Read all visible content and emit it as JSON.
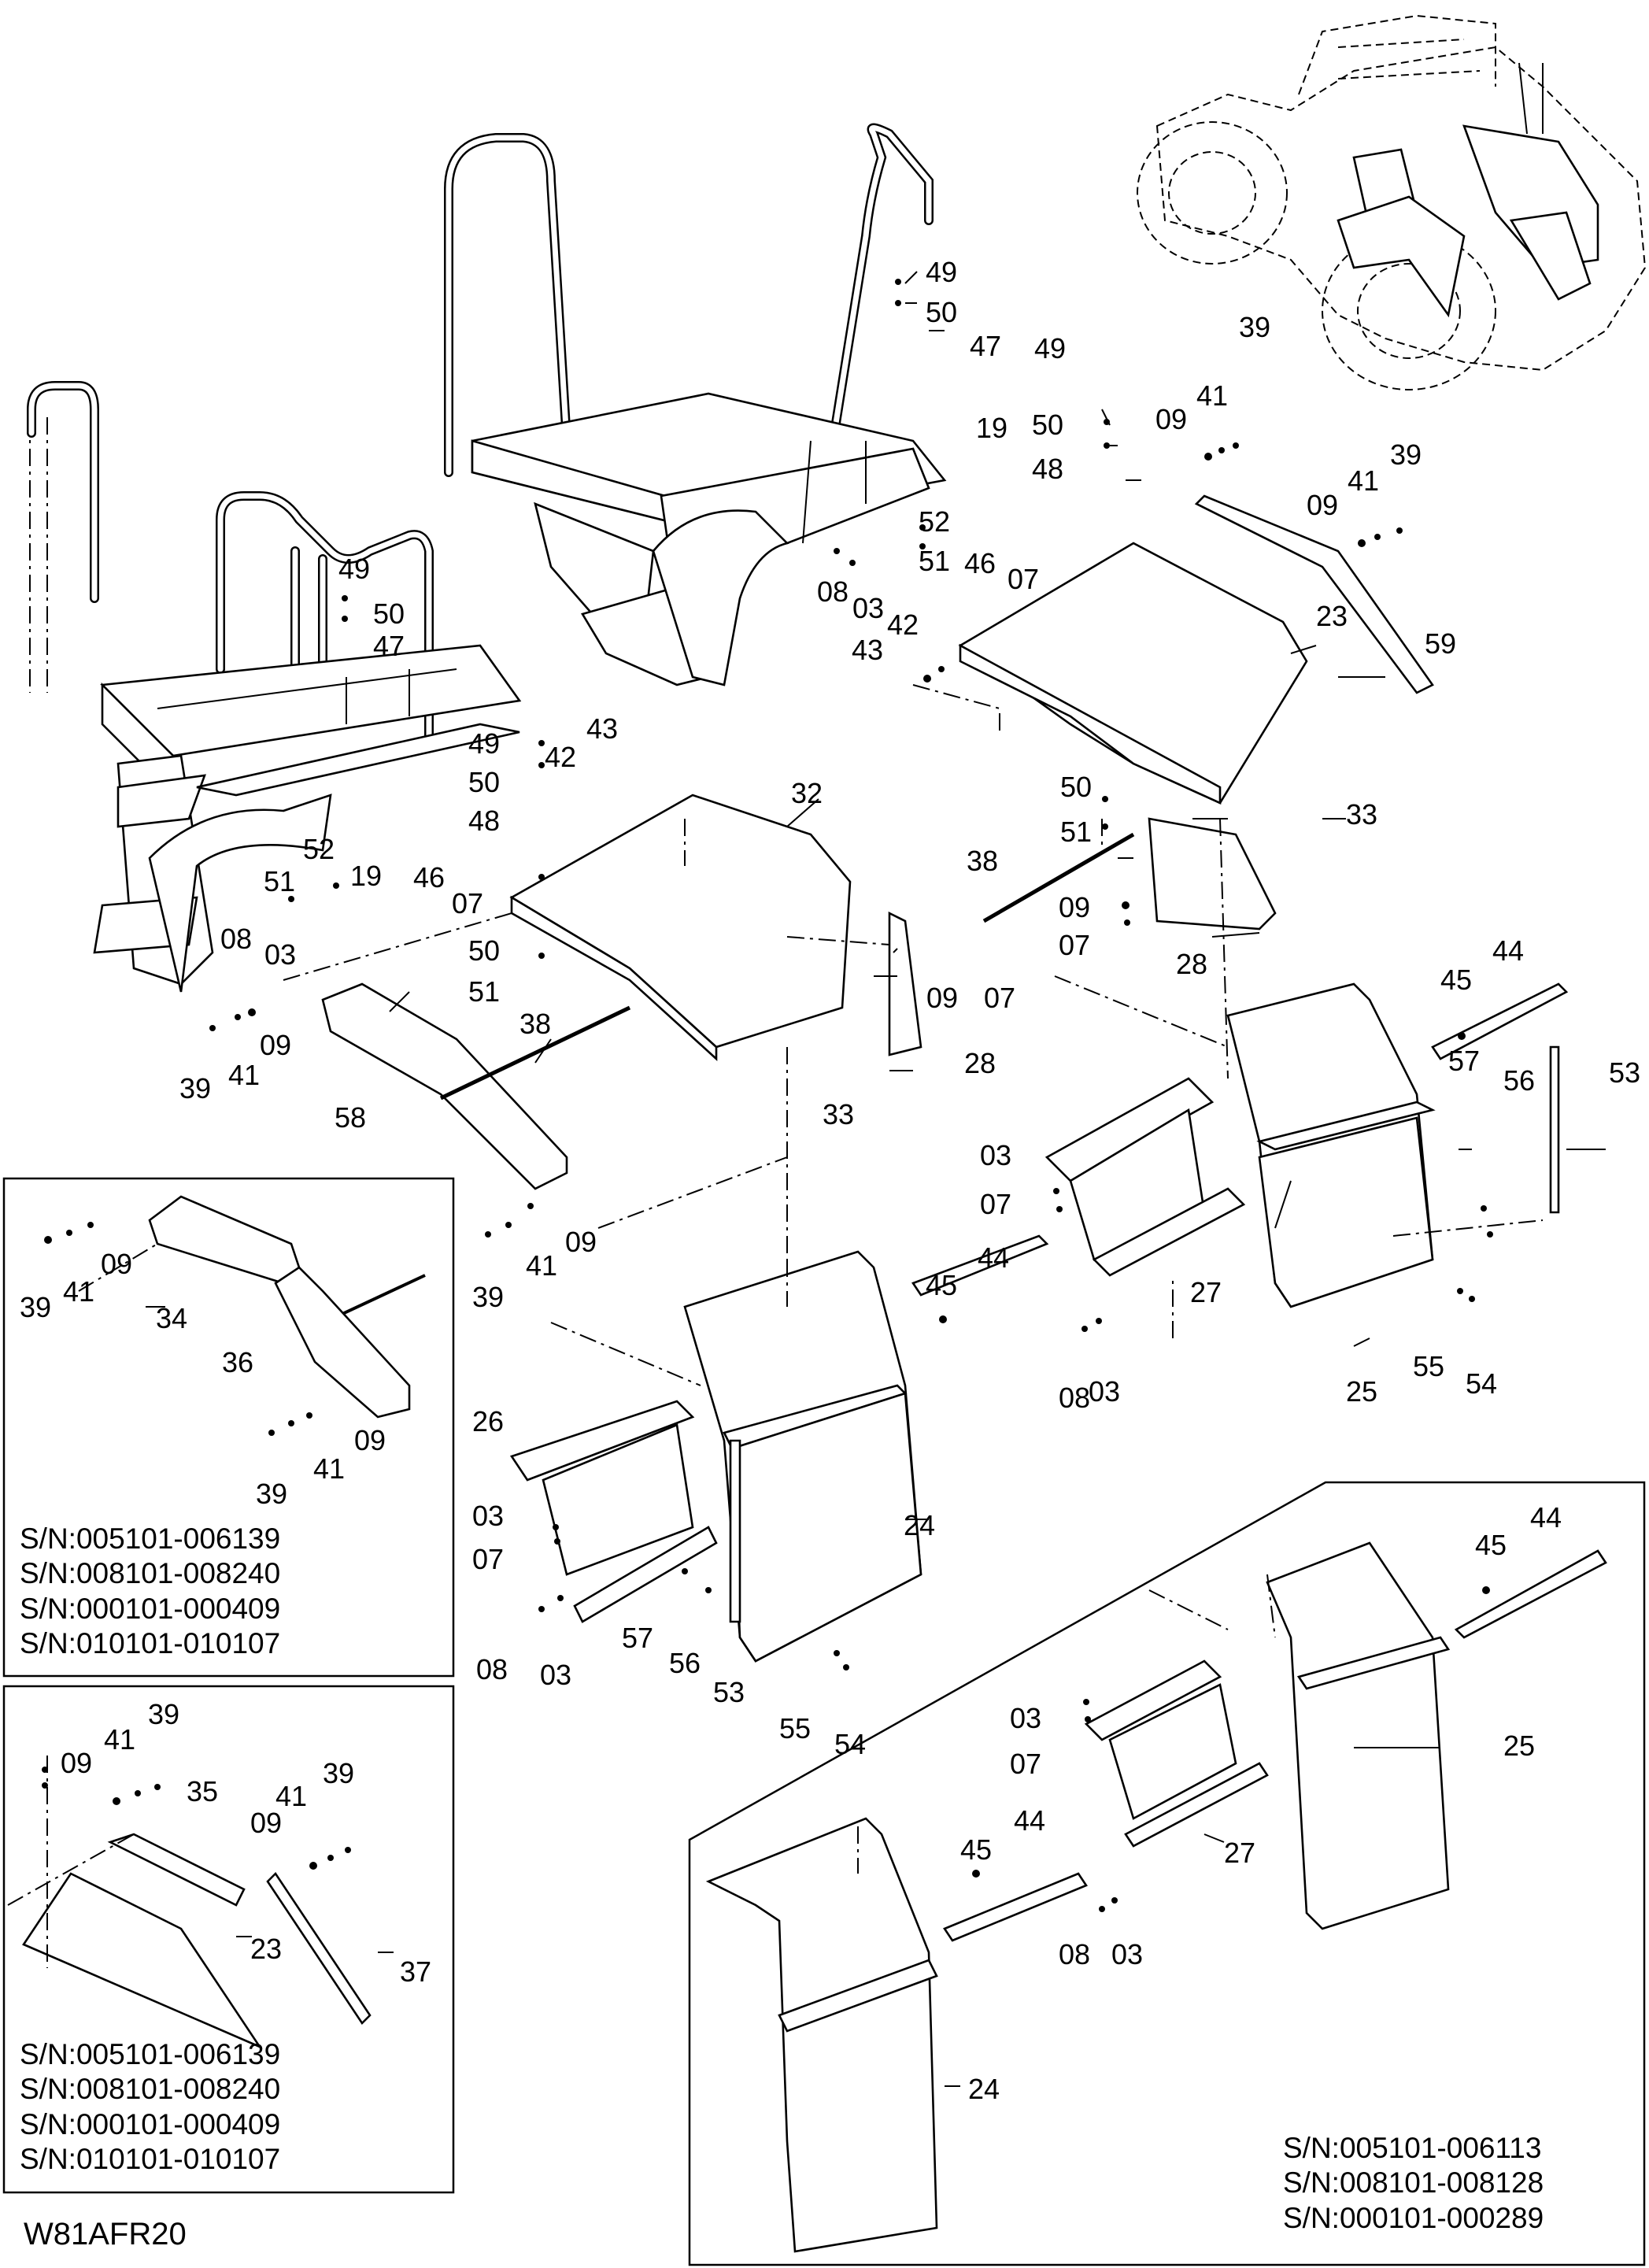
{
  "drawing_id": "W81AFR20",
  "callouts": [
    {
      "id": "c49a",
      "text": "49"
    },
    {
      "id": "c50a",
      "text": "50"
    },
    {
      "id": "c47a",
      "text": "47"
    },
    {
      "id": "c19a",
      "text": "19"
    },
    {
      "id": "c52a",
      "text": "52"
    },
    {
      "id": "c51a",
      "text": "51"
    },
    {
      "id": "c46a",
      "text": "46"
    },
    {
      "id": "c07a",
      "text": "07"
    },
    {
      "id": "c08a",
      "text": "08"
    },
    {
      "id": "c03a",
      "text": "03"
    },
    {
      "id": "c49b",
      "text": "49"
    },
    {
      "id": "c50b",
      "text": "50"
    },
    {
      "id": "c48b",
      "text": "48"
    },
    {
      "id": "c09b",
      "text": "09"
    },
    {
      "id": "c41b",
      "text": "41"
    },
    {
      "id": "c39b",
      "text": "39"
    },
    {
      "id": "c09c",
      "text": "09"
    },
    {
      "id": "c41c",
      "text": "41"
    },
    {
      "id": "c39c",
      "text": "39"
    },
    {
      "id": "c42b",
      "text": "42"
    },
    {
      "id": "c43b",
      "text": "43"
    },
    {
      "id": "c23b",
      "text": "23"
    },
    {
      "id": "c59b",
      "text": "59"
    },
    {
      "id": "c33b",
      "text": "33"
    },
    {
      "id": "c50d",
      "text": "50"
    },
    {
      "id": "c51d",
      "text": "51"
    },
    {
      "id": "c38b",
      "text": "38"
    },
    {
      "id": "c09d",
      "text": "09"
    },
    {
      "id": "c07d",
      "text": "07"
    },
    {
      "id": "c28b",
      "text": "28"
    },
    {
      "id": "c49e",
      "text": "49"
    },
    {
      "id": "c50e",
      "text": "50"
    },
    {
      "id": "c47e",
      "text": "47"
    },
    {
      "id": "c52e",
      "text": "52"
    },
    {
      "id": "c19e",
      "text": "19"
    },
    {
      "id": "c51e",
      "text": "51"
    },
    {
      "id": "c08e",
      "text": "08"
    },
    {
      "id": "c03e",
      "text": "03"
    },
    {
      "id": "c46e",
      "text": "46"
    },
    {
      "id": "c07e",
      "text": "07"
    },
    {
      "id": "c49f",
      "text": "49"
    },
    {
      "id": "c50f",
      "text": "50"
    },
    {
      "id": "c48f",
      "text": "48"
    },
    {
      "id": "c42f",
      "text": "42"
    },
    {
      "id": "c43f",
      "text": "43"
    },
    {
      "id": "c32f",
      "text": "32"
    },
    {
      "id": "c50g",
      "text": "50"
    },
    {
      "id": "c51g",
      "text": "51"
    },
    {
      "id": "c38g",
      "text": "38"
    },
    {
      "id": "c58g",
      "text": "58"
    },
    {
      "id": "c33g",
      "text": "33"
    },
    {
      "id": "c09g",
      "text": "09"
    },
    {
      "id": "c07g",
      "text": "07"
    },
    {
      "id": "c28g",
      "text": "28"
    },
    {
      "id": "c39h",
      "text": "39"
    },
    {
      "id": "c41h",
      "text": "41"
    },
    {
      "id": "c09h",
      "text": "09"
    },
    {
      "id": "c39i",
      "text": "39"
    },
    {
      "id": "c41i",
      "text": "41"
    },
    {
      "id": "c09i",
      "text": "09"
    },
    {
      "id": "c45j",
      "text": "45"
    },
    {
      "id": "c44j",
      "text": "44"
    },
    {
      "id": "c53j",
      "text": "53"
    },
    {
      "id": "c57j",
      "text": "57"
    },
    {
      "id": "c56j",
      "text": "56"
    },
    {
      "id": "c03j",
      "text": "03"
    },
    {
      "id": "c07j",
      "text": "07"
    },
    {
      "id": "c27j",
      "text": "27"
    },
    {
      "id": "c08j",
      "text": "08"
    },
    {
      "id": "c03k",
      "text": "03"
    },
    {
      "id": "c25j",
      "text": "25"
    },
    {
      "id": "c55j",
      "text": "55"
    },
    {
      "id": "c54j",
      "text": "54"
    },
    {
      "id": "c45k",
      "text": "45"
    },
    {
      "id": "c44k",
      "text": "44"
    },
    {
      "id": "c26k",
      "text": "26"
    },
    {
      "id": "c03l",
      "text": "03"
    },
    {
      "id": "c07l",
      "text": "07"
    },
    {
      "id": "c24k",
      "text": "24"
    },
    {
      "id": "c57k",
      "text": "57"
    },
    {
      "id": "c08k",
      "text": "08"
    },
    {
      "id": "c03m",
      "text": "03"
    },
    {
      "id": "c56k",
      "text": "56"
    },
    {
      "id": "c53k",
      "text": "53"
    },
    {
      "id": "c55k",
      "text": "55"
    },
    {
      "id": "c54k",
      "text": "54"
    },
    {
      "id": "c09p",
      "text": "09"
    },
    {
      "id": "c39p",
      "text": "39"
    },
    {
      "id": "c41p",
      "text": "41"
    },
    {
      "id": "c34p",
      "text": "34"
    },
    {
      "id": "c36p",
      "text": "36"
    },
    {
      "id": "c09q",
      "text": "09"
    },
    {
      "id": "c39q",
      "text": "39"
    },
    {
      "id": "c41q",
      "text": "41"
    },
    {
      "id": "c39r",
      "text": "39"
    },
    {
      "id": "c41r",
      "text": "41"
    },
    {
      "id": "c09r",
      "text": "09"
    },
    {
      "id": "c35r",
      "text": "35"
    },
    {
      "id": "c09s",
      "text": "09"
    },
    {
      "id": "c41s",
      "text": "41"
    },
    {
      "id": "c39s",
      "text": "39"
    },
    {
      "id": "c23r",
      "text": "23"
    },
    {
      "id": "c37r",
      "text": "37"
    },
    {
      "id": "c03t",
      "text": "03"
    },
    {
      "id": "c07t",
      "text": "07"
    },
    {
      "id": "c45t",
      "text": "45"
    },
    {
      "id": "c44t",
      "text": "44"
    },
    {
      "id": "c25t",
      "text": "25"
    },
    {
      "id": "c45u",
      "text": "45"
    },
    {
      "id": "c44u",
      "text": "44"
    },
    {
      "id": "c27t",
      "text": "27"
    },
    {
      "id": "c08t",
      "text": "08"
    },
    {
      "id": "c03u",
      "text": "03"
    },
    {
      "id": "c24t",
      "text": "24"
    }
  ],
  "serial_boxes": [
    {
      "name": "top-left-inset",
      "lines": [
        "S/N:005101-006139",
        "S/N:008101-008240",
        "S/N:000101-000409",
        "S/N:010101-010107"
      ]
    },
    {
      "name": "bottom-left-inset",
      "lines": [
        "S/N:005101-006139",
        "S/N:008101-008240",
        "S/N:000101-000409",
        "S/N:010101-010107"
      ]
    },
    {
      "name": "bottom-right-inset",
      "lines": [
        "S/N:005101-006113",
        "S/N:008101-008128",
        "S/N:000101-000289"
      ]
    }
  ]
}
